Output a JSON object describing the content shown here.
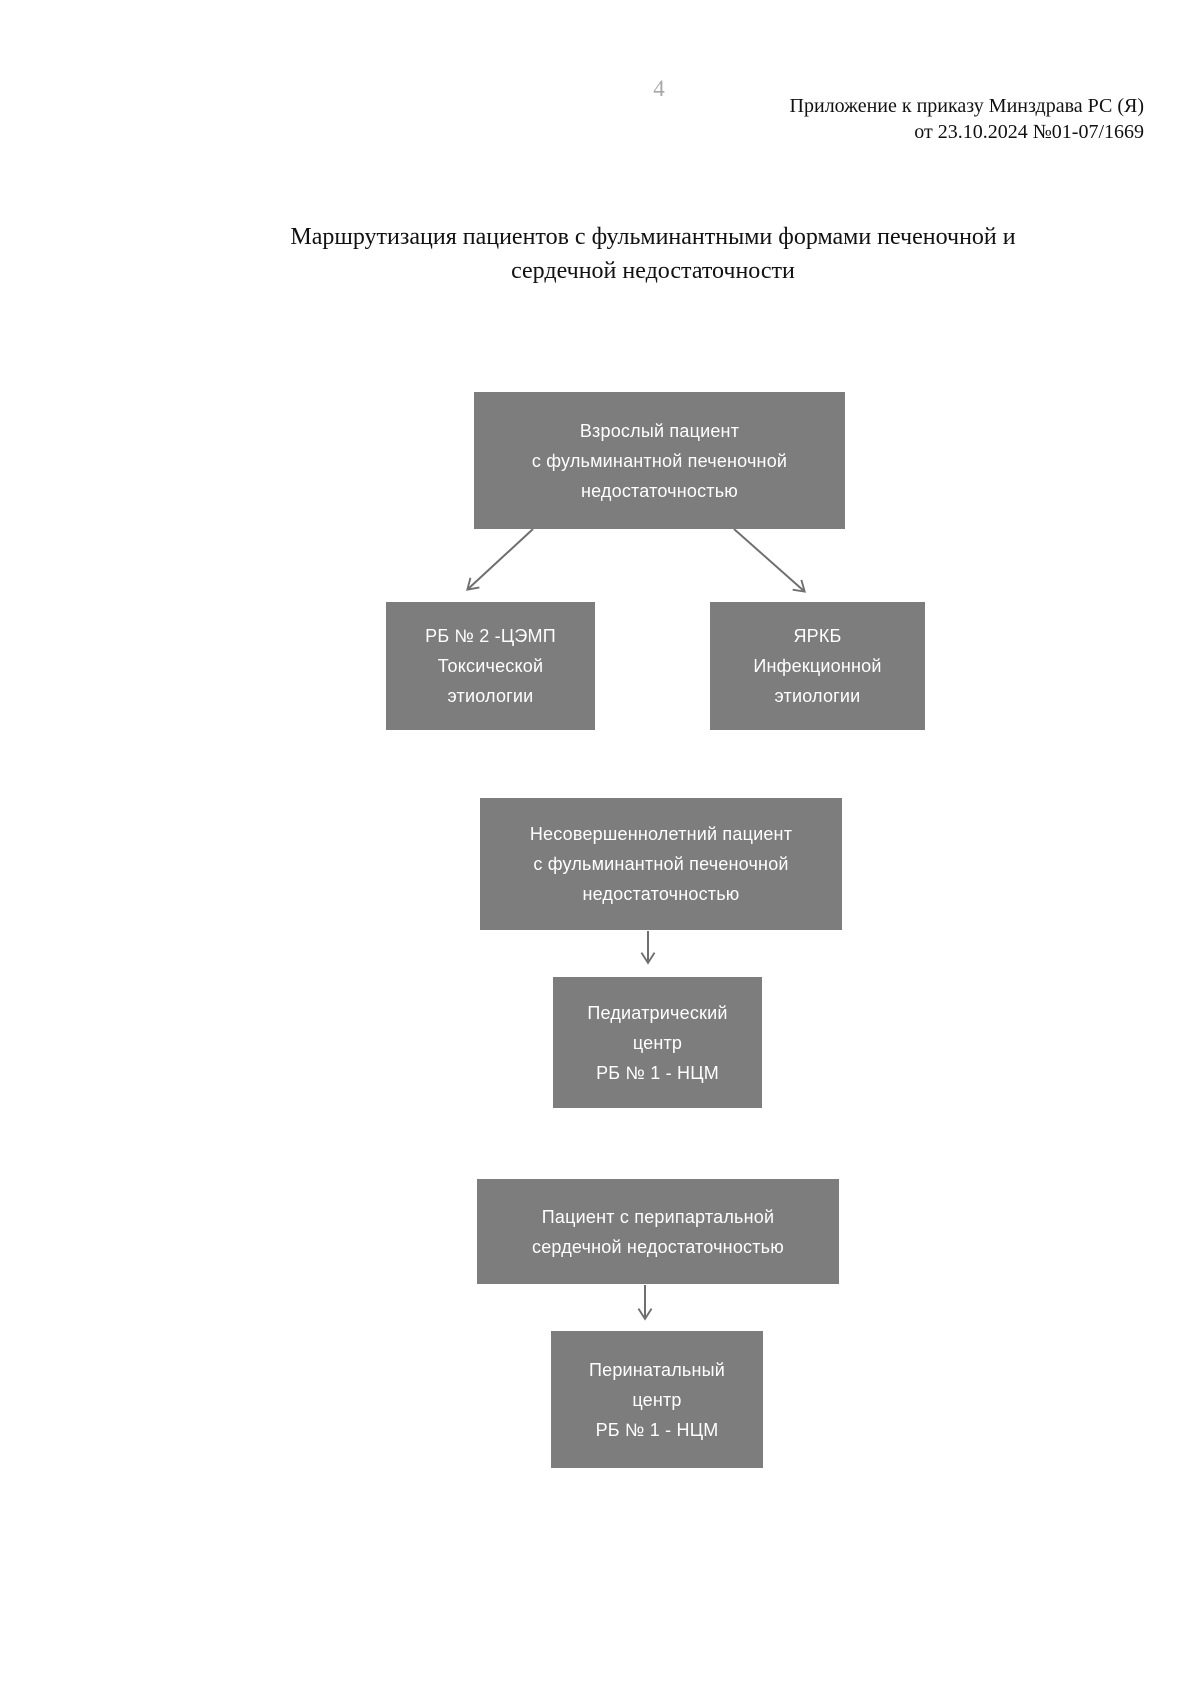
{
  "page": {
    "number": "4",
    "appendix": {
      "line1": "Приложение к приказу Минздрава РС (Я)",
      "line2": "от 23.10.2024 №01-07/1669"
    },
    "title": {
      "line1": "Маршрутизация пациентов с фульминантными формами печеночной и",
      "line2": "сердечной недостаточности"
    }
  },
  "flowchart": {
    "colors": {
      "box_fill": "#7d7d7d",
      "box_text": "#ffffff",
      "arrow": "#6f6f6f",
      "page_number_gray": "#a8a8a8"
    },
    "boxes": [
      {
        "id": "adult-patient",
        "lines": [
          "Взрослый пациент",
          "с фульминантной печеночной",
          "недостаточностью"
        ]
      },
      {
        "id": "rb2-cemp",
        "lines": [
          "РБ № 2 -ЦЭМП",
          "Токсической",
          "этиологии"
        ]
      },
      {
        "id": "yarkb",
        "lines": [
          "ЯРКБ",
          "Инфекционной",
          "этиологии"
        ]
      },
      {
        "id": "minor-patient",
        "lines": [
          "Несовершеннолетний пациент",
          "с фульминантной печеночной",
          "недостаточностью"
        ]
      },
      {
        "id": "pediatric-center",
        "lines": [
          "Педиатрический",
          "центр",
          "РБ № 1 - НЦМ"
        ]
      },
      {
        "id": "peripartum-patient",
        "lines": [
          "Пациент с перипартальной",
          "сердечной недостаточностью"
        ]
      },
      {
        "id": "perinatal-center",
        "lines": [
          "Перинатальный",
          "центр",
          "РБ № 1 - НЦМ"
        ]
      }
    ]
  }
}
